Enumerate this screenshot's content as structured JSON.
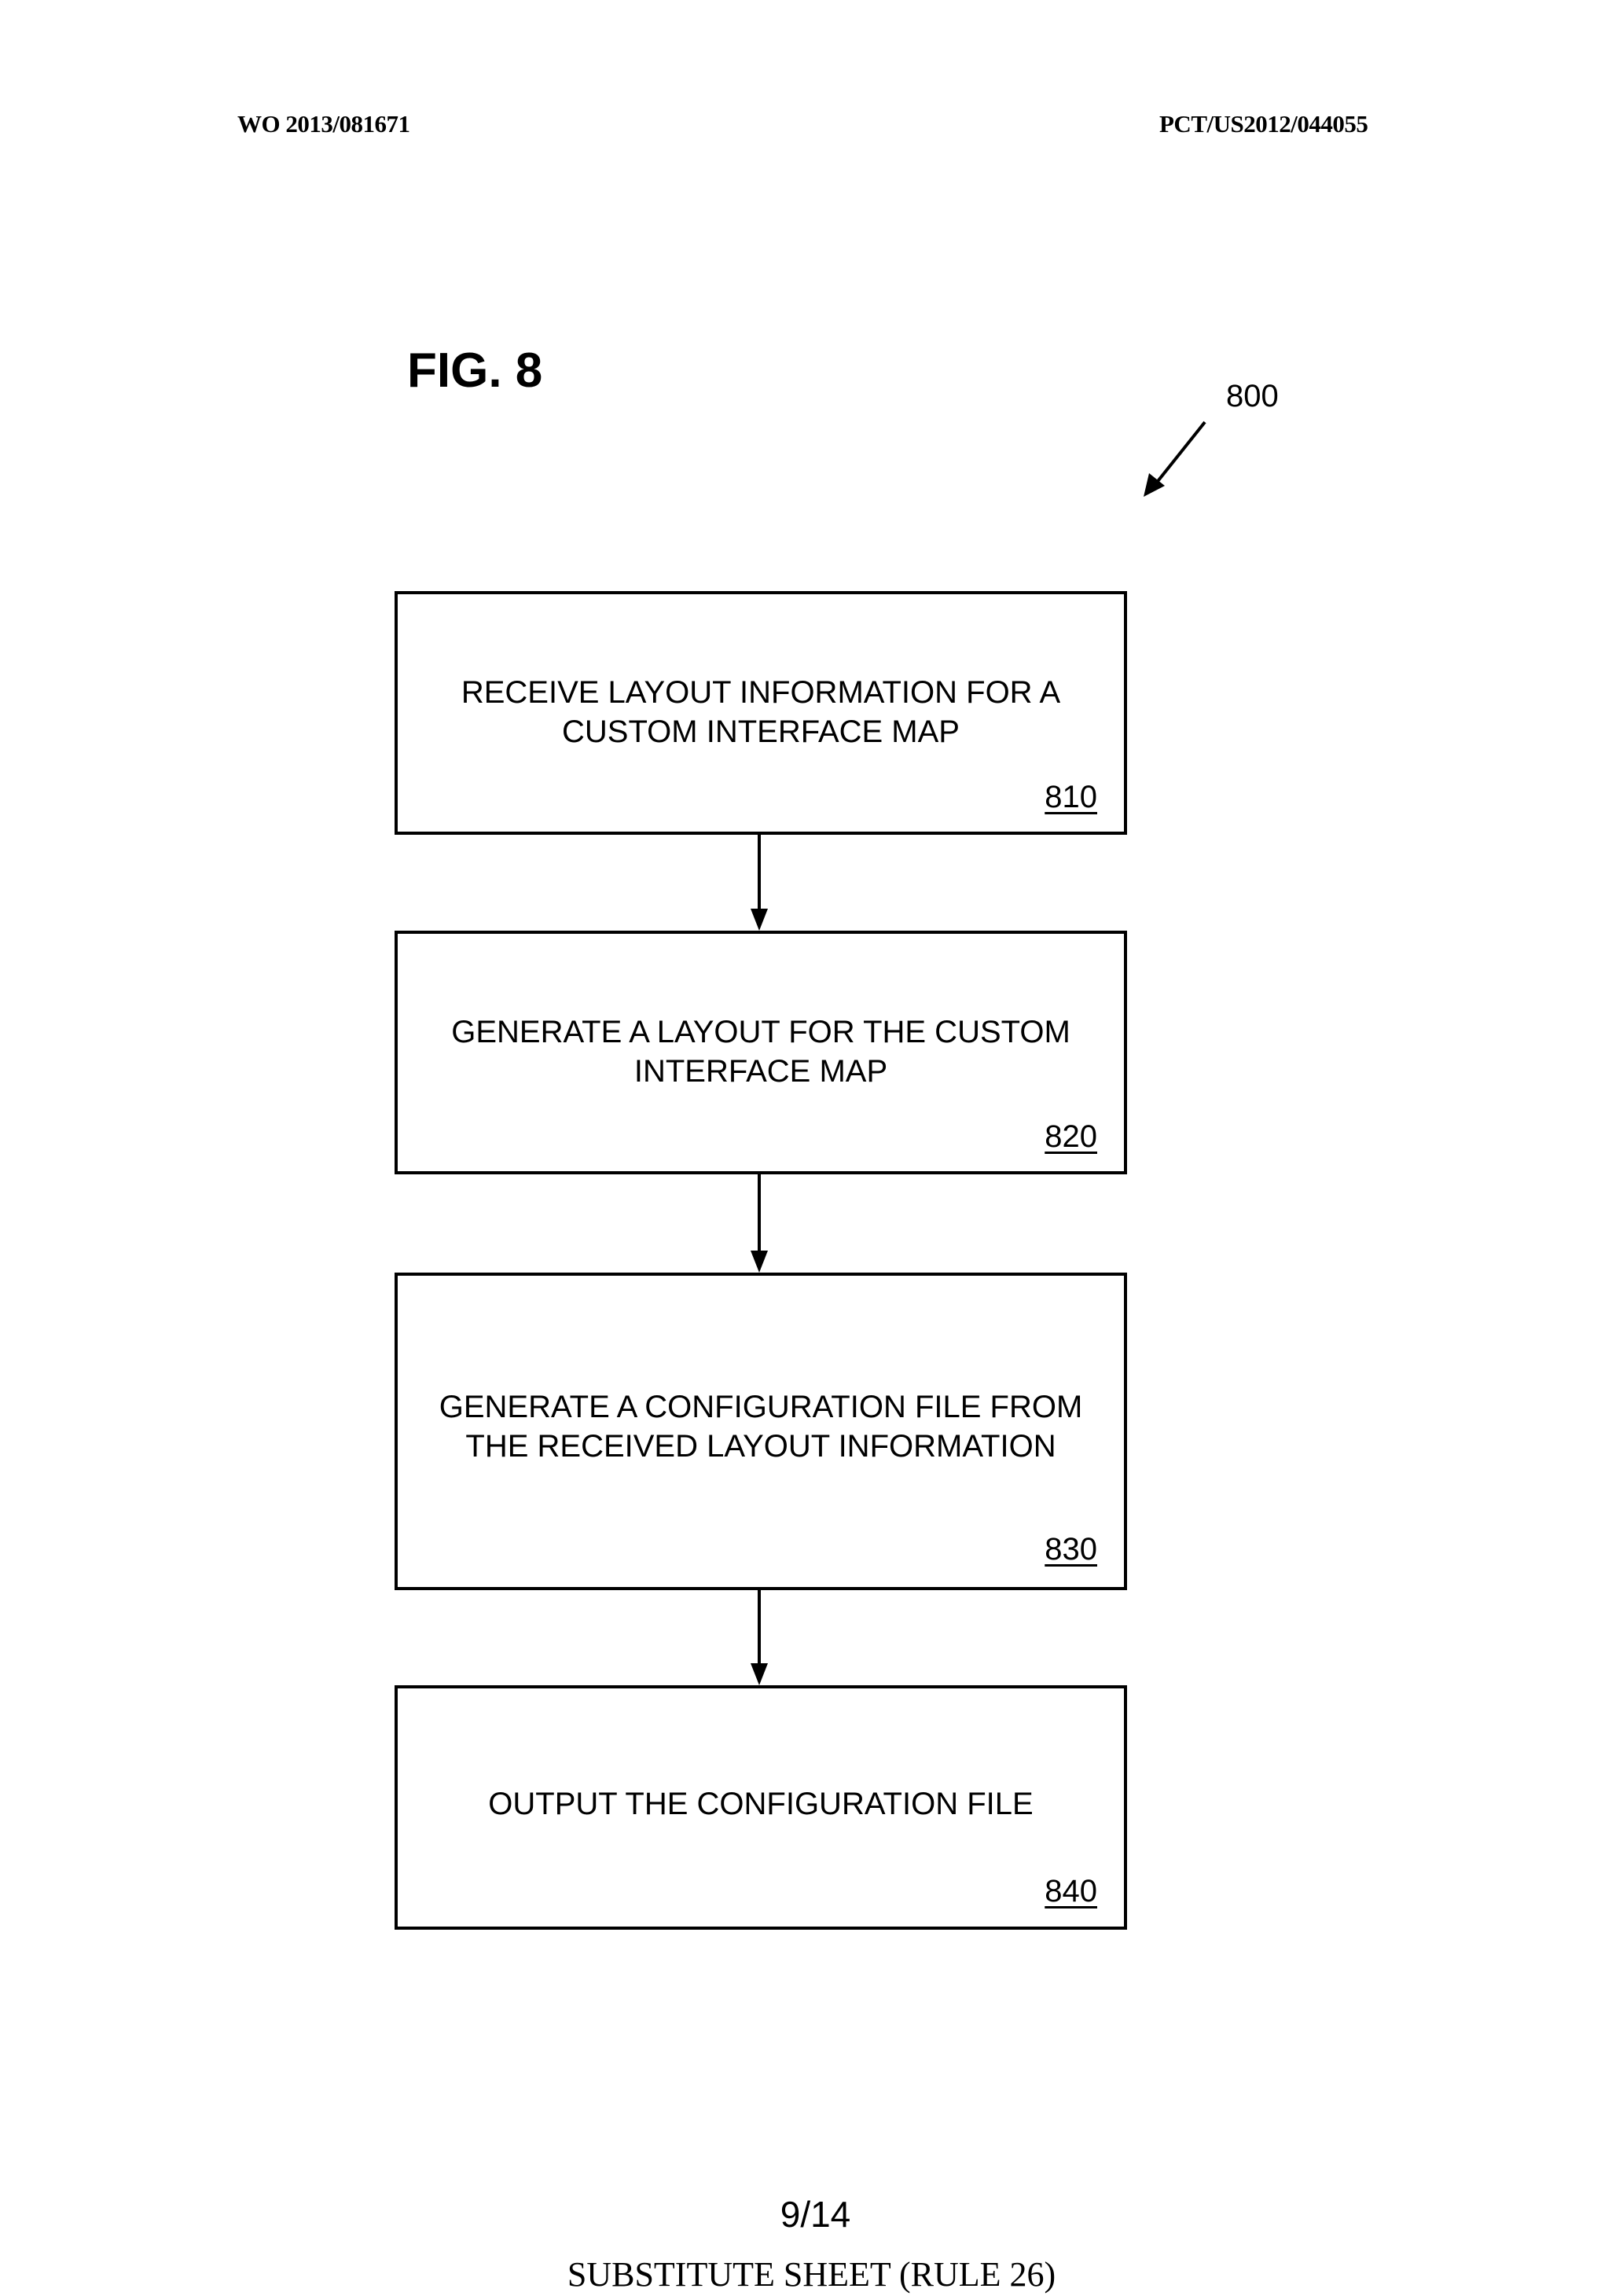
{
  "header": {
    "publication_number": "WO 2013/081671",
    "application_number": "PCT/US2012/044055"
  },
  "figure": {
    "title": "FIG. 8",
    "reference": "800",
    "steps": [
      {
        "text_lines": [
          "RECEIVE LAYOUT INFORMATION FOR A",
          "CUSTOM INTERFACE MAP"
        ],
        "ref": "810"
      },
      {
        "text_lines": [
          "GENERATE A LAYOUT FOR THE CUSTOM",
          "INTERFACE MAP"
        ],
        "ref": "820"
      },
      {
        "text_lines": [
          "GENERATE A CONFIGURATION FILE FROM",
          "THE RECEIVED LAYOUT INFORMATION"
        ],
        "ref": "830"
      },
      {
        "text_lines": [
          "OUTPUT THE CONFIGURATION FILE"
        ],
        "ref": "840"
      }
    ]
  },
  "footer": {
    "page": "9/14",
    "sheet_label": "SUBSTITUTE SHEET (RULE 26)"
  }
}
